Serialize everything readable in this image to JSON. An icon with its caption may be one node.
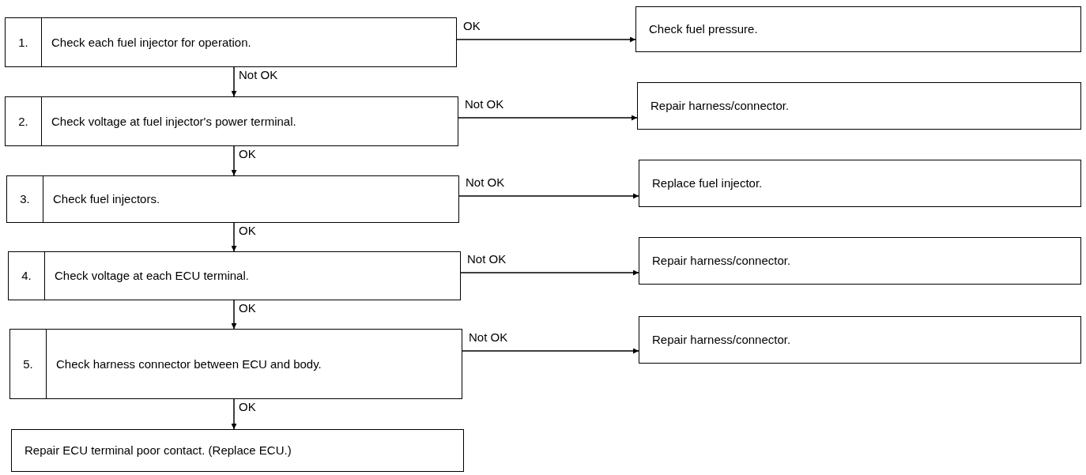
{
  "diagram": {
    "nodes": [
      {
        "text": [
          "1.",
          "Check each fuel injector for operation."
        ]
      },
      {
        "text": [
          "Check fuel pressure."
        ]
      },
      {
        "text": [
          "2.",
          "Check voltage at fuel injector's power terminal."
        ]
      },
      {
        "text": [
          "Repair harness/connector."
        ]
      },
      {
        "text": [
          "3.",
          "Check fuel injectors."
        ]
      },
      {
        "text": [
          "Replace fuel injector."
        ]
      },
      {
        "text": [
          "4.",
          "Check voltage at each ECU terminal."
        ]
      },
      {
        "text": [
          "Repair harness/connector."
        ]
      },
      {
        "text": [
          "5.",
          "Check harness connector between ECU and body."
        ]
      },
      {
        "text": [
          "Repair harness/connector."
        ]
      },
      {
        "text": [
          "Repair ECU terminal poor contact. (Replace ECU.)"
        ]
      }
    ],
    "edges": [
      {
        "from": 0,
        "to": 1,
        "arrow": "to",
        "label": "OK"
      },
      {
        "from": 0,
        "to": 2,
        "arrow": "to",
        "label": "Not OK"
      },
      {
        "from": 2,
        "to": 3,
        "arrow": "to",
        "label": "Not OK"
      },
      {
        "from": 2,
        "to": 4,
        "arrow": "to",
        "label": "OK"
      },
      {
        "from": 4,
        "to": 5,
        "arrow": "to",
        "label": "Not OK"
      },
      {
        "from": 4,
        "to": 6,
        "arrow": "to",
        "label": "OK"
      },
      {
        "from": 6,
        "to": 7,
        "arrow": "to",
        "label": "Not OK"
      },
      {
        "from": 6,
        "to": 8,
        "arrow": "to",
        "label": "OK"
      },
      {
        "from": 8,
        "to": 9,
        "arrow": "to",
        "label": "Not OK"
      },
      {
        "from": 8,
        "to": 10,
        "arrow": "to",
        "label": "OK"
      }
    ]
  }
}
